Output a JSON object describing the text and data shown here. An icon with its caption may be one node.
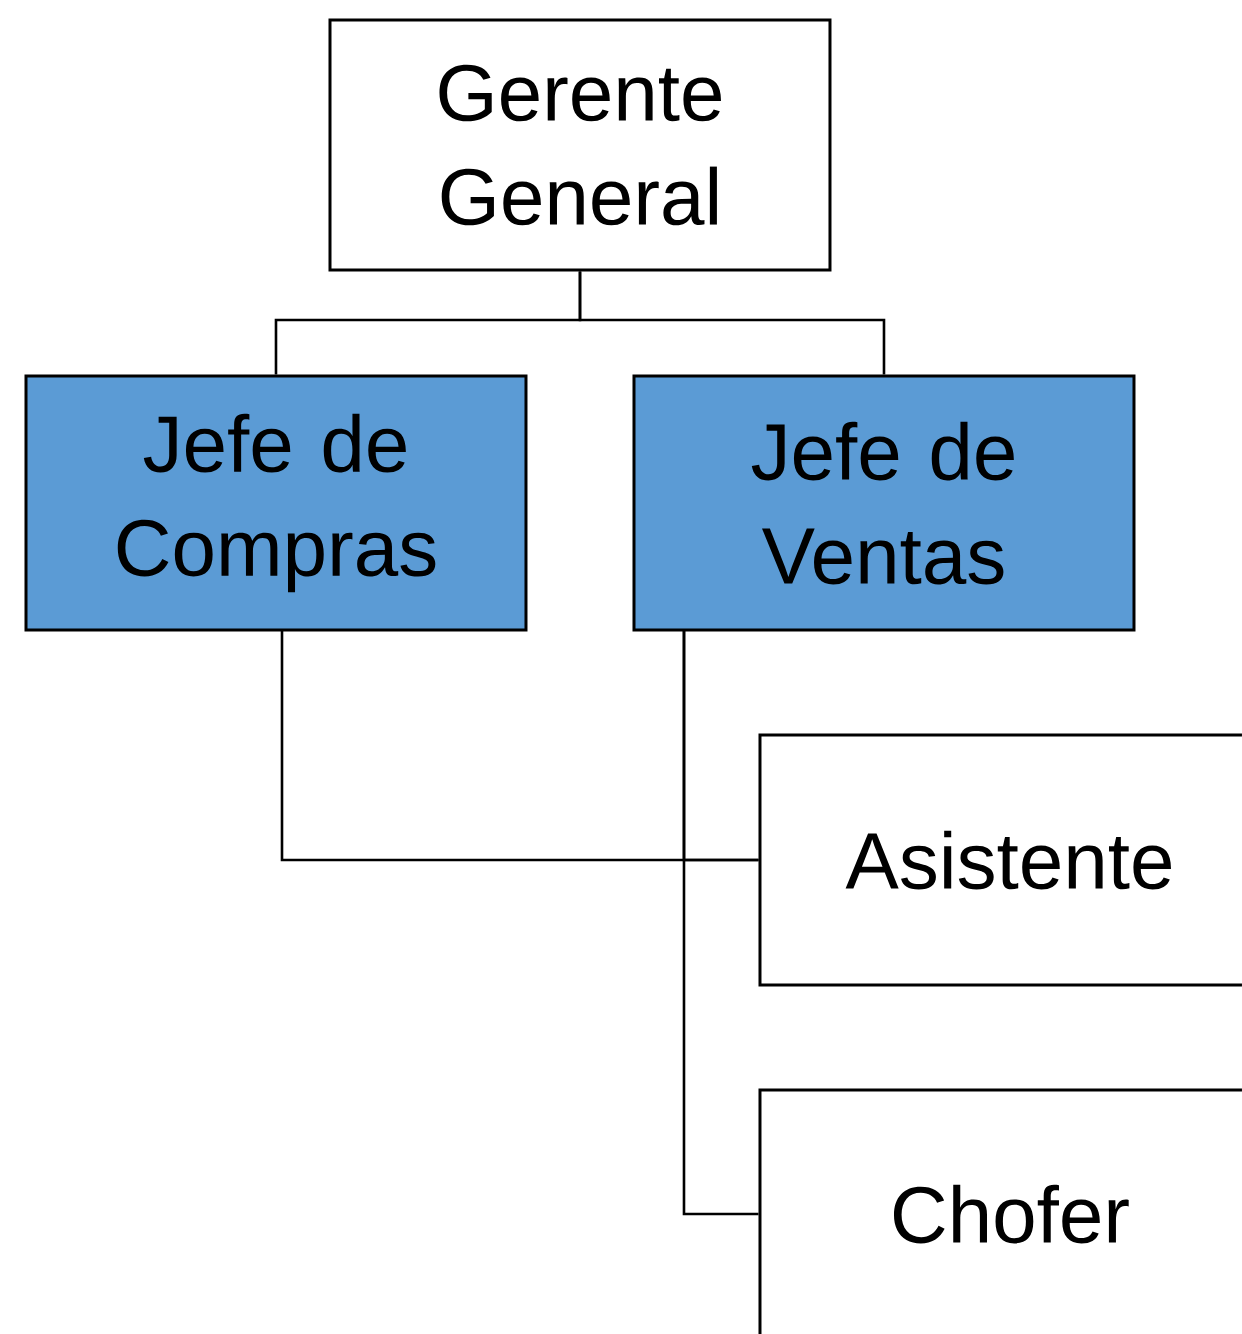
{
  "diagram": {
    "nodes": [
      {
        "text": [
          "Gerente General"
        ]
      },
      {
        "text": [
          "Jefe de Compras"
        ]
      },
      {
        "text": [
          "Jefe de Ventas"
        ]
      },
      {
        "text": [
          "Asistente"
        ]
      },
      {
        "text": [
          "Chofer"
        ]
      }
    ],
    "edges": [
      {
        "from": 0,
        "to": 1,
        "arrow": "none"
      },
      {
        "from": 0,
        "to": 2,
        "arrow": "none"
      },
      {
        "from": 2,
        "to": 3,
        "arrow": "none"
      },
      {
        "from": 2,
        "to": 4,
        "arrow": "none"
      },
      {
        "from": 1,
        "to": 3,
        "arrow": "none"
      }
    ]
  }
}
